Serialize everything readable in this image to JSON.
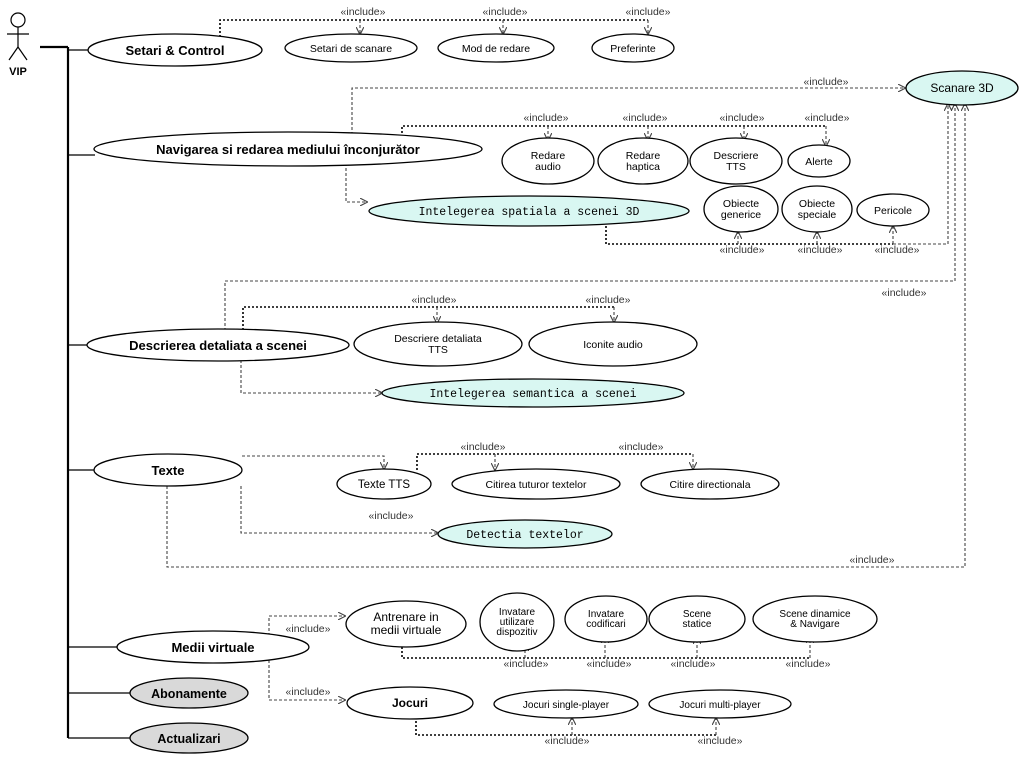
{
  "actor": {
    "name": "VIP"
  },
  "include_label": "«include»",
  "use_cases": {
    "setari_control": "Setari & Control",
    "setari_scanare": "Setari de scanare",
    "mod_redare": "Mod de redare",
    "preferinte": "Preferinte",
    "scanare_3d": "Scanare 3D",
    "navigare": "Navigarea si redarea mediului înconjurător",
    "redare_audio": [
      "Redare",
      "audio"
    ],
    "redare_haptica": [
      "Redare",
      "haptica"
    ],
    "descriere_tts": [
      "Descriere",
      "TTS"
    ],
    "alerte": "Alerte",
    "intelegere_spatiala": "Intelegerea spatiala a scenei 3D",
    "obiecte_generice": [
      "Obiecte",
      "generice"
    ],
    "obiecte_speciale": [
      "Obiecte",
      "speciale"
    ],
    "pericole": "Pericole",
    "descriere_scena": "Descrierea detaliata a scenei",
    "descriere_detaliata_tts": [
      "Descriere detaliata",
      "TTS"
    ],
    "iconite_audio": "Iconite audio",
    "intelegere_semantica": "Intelegerea semantica a scenei",
    "texte": "Texte",
    "texte_tts": "Texte TTS",
    "citirea_textelor": "Citirea tuturor textelor",
    "citire_directionala": "Citire directionala",
    "detectia_textelor": "Detectia textelor",
    "medii_virtuale": "Medii virtuale",
    "antrenare": [
      "Antrenare in",
      "medii virtuale"
    ],
    "invatare_dispozitiv": [
      "Invatare",
      "utilizare",
      "dispozitiv"
    ],
    "invatare_codificari": [
      "Invatare",
      "codificari"
    ],
    "scene_statice": [
      "Scene",
      "statice"
    ],
    "scene_dinamice": [
      "Scene dinamice",
      "& Navigare"
    ],
    "jocuri": "Jocuri",
    "jocuri_single": "Jocuri single-player",
    "jocuri_multi": "Jocuri multi-player",
    "abonamente": "Abonamente",
    "actualizari": "Actualizari"
  },
  "colors": {
    "highlight_fill": "#d9f7f2",
    "secondary_fill": "#d9d9d9",
    "line": "#000000"
  }
}
